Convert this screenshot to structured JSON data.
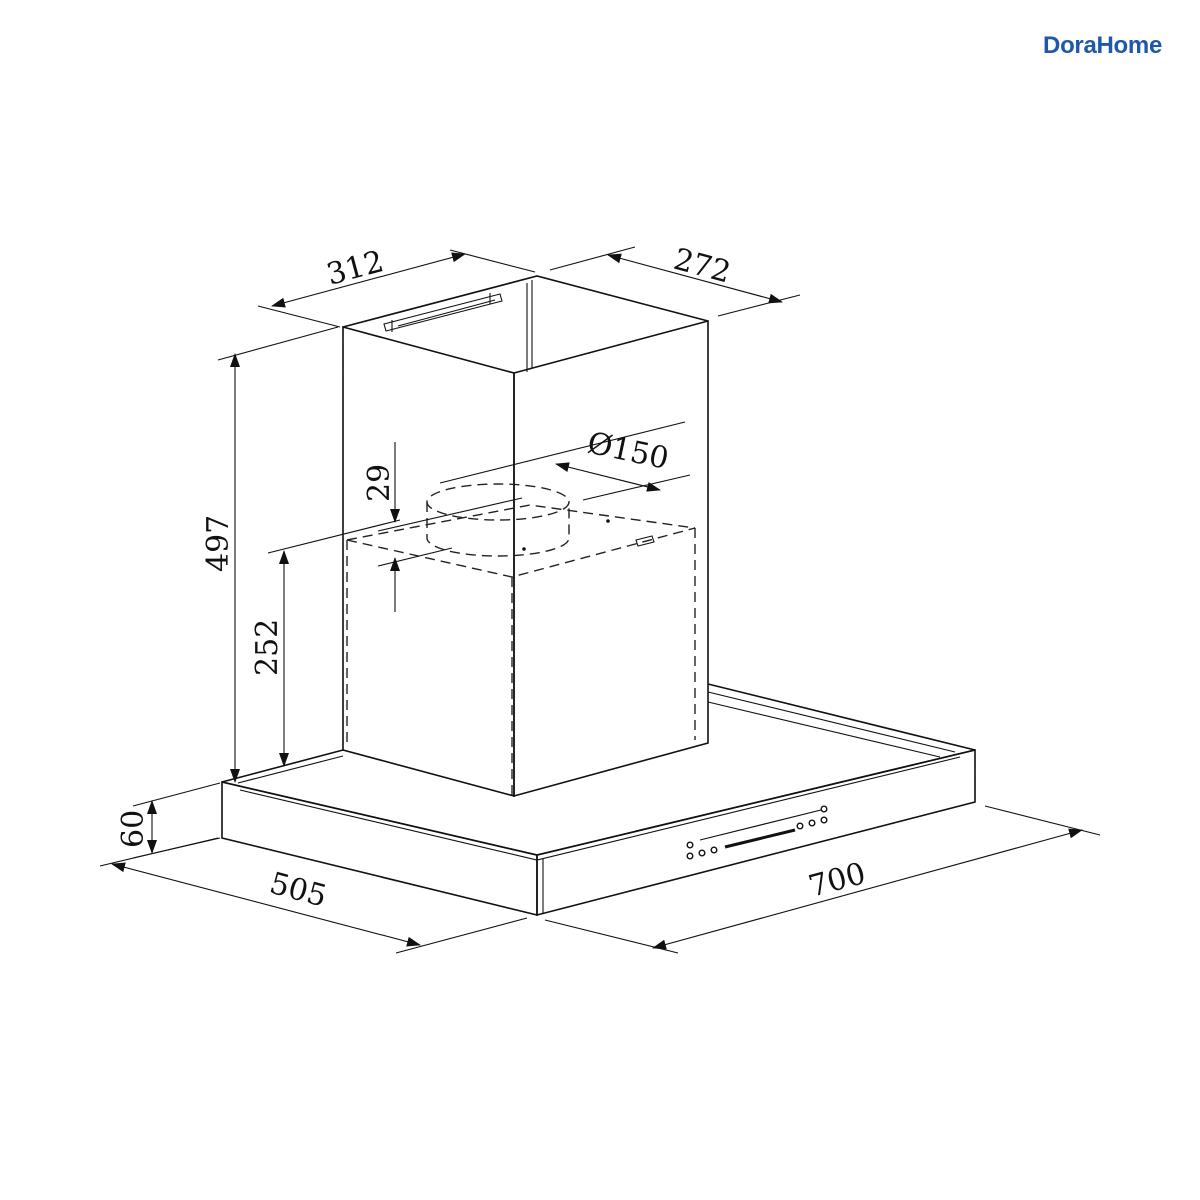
{
  "brand": {
    "name": "DoraHome",
    "color": "#1f58a8"
  },
  "dimensions": {
    "top_depth": "312",
    "top_width": "272",
    "total_height": "497",
    "inner_height": "252",
    "duct_offset": "29",
    "duct_diameter": "Ø150",
    "canopy_height": "60",
    "canopy_depth": "505",
    "canopy_width": "700"
  }
}
